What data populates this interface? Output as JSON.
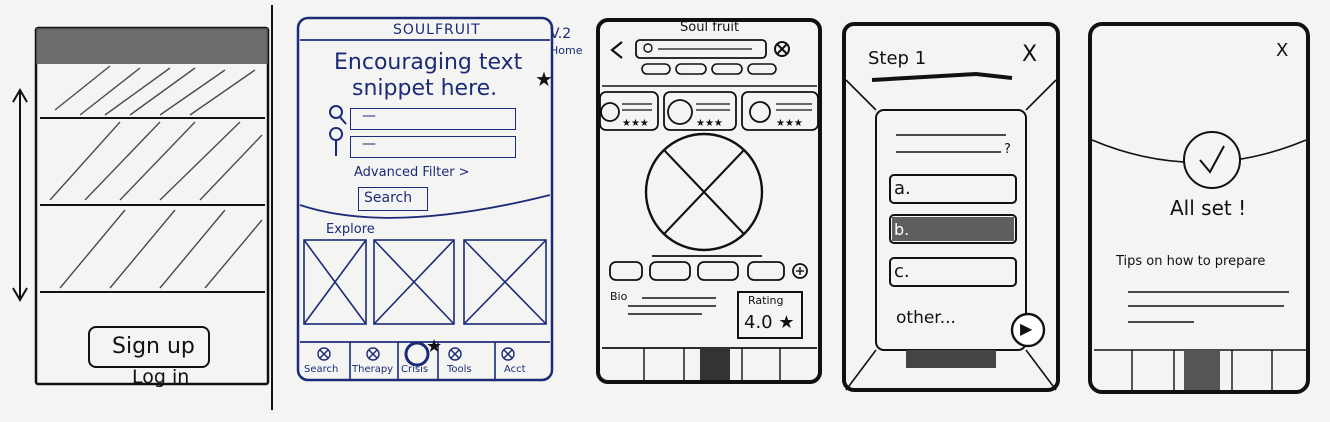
{
  "frame1": {
    "signup_label": "Sign up",
    "login_label": "Log in"
  },
  "frame2": {
    "app_title": "SOULFRUIT",
    "version_note": "V.2",
    "home_note": "Home",
    "headline_line1": "Encouraging text",
    "headline_line2": "snippet here.",
    "search_field_value": "—",
    "location_field_value": "—",
    "advanced_filter_label": "Advanced Filter >",
    "search_button_label": "Search",
    "explore_label": "Explore",
    "nav_items": [
      "Search",
      "Therapy",
      "Crisis",
      "Tools",
      "Acct"
    ]
  },
  "frame3": {
    "app_title": "Soul fruit",
    "bio_label": "Bio",
    "rating_label": "Rating",
    "rating_value": "4.0 ★"
  },
  "frame4": {
    "step_label": "Step 1",
    "close_icon": "X",
    "question_mark": "?",
    "options": [
      "a.",
      "b.",
      "c."
    ],
    "other_label": "other...",
    "next_icon": "▶"
  },
  "frame5": {
    "close_icon": "X",
    "all_set_label": "All set !",
    "tips_label": "Tips on how to prepare"
  },
  "colors": {
    "ink": "#111111",
    "blue_ink": "#1c2b78",
    "paper": "#f4f4f2"
  }
}
